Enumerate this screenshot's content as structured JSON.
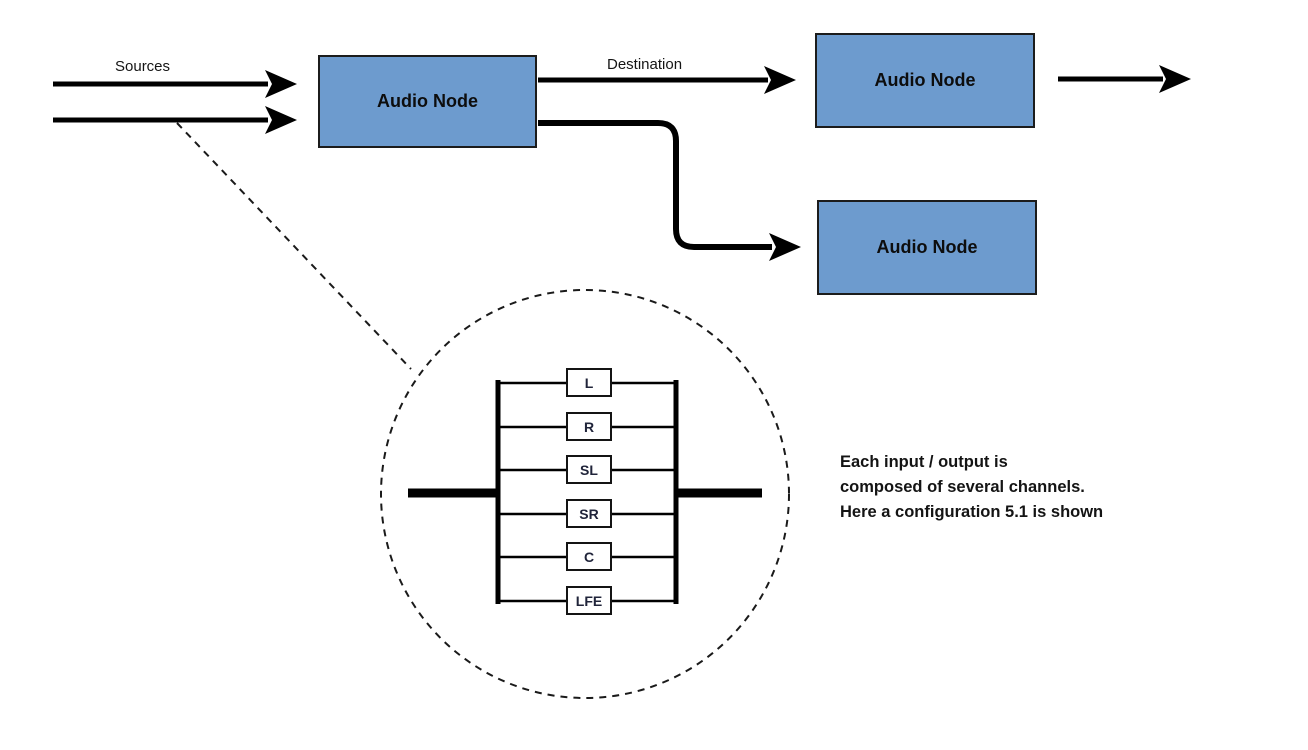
{
  "diagram": {
    "labels": {
      "sources": "Sources",
      "destination": "Destination"
    },
    "nodes": [
      {
        "label": "Audio Node"
      },
      {
        "label": "Audio Node"
      },
      {
        "label": "Audio Node"
      }
    ],
    "channels": [
      "L",
      "R",
      "SL",
      "SR",
      "C",
      "LFE"
    ],
    "annotation": "Each input / output is\ncomposed of several channels.\nHere a configuration 5.1 is shown",
    "colors": {
      "node_fill": "#6d9bce",
      "node_border": "#1c1c1c",
      "line": "#000000"
    }
  }
}
